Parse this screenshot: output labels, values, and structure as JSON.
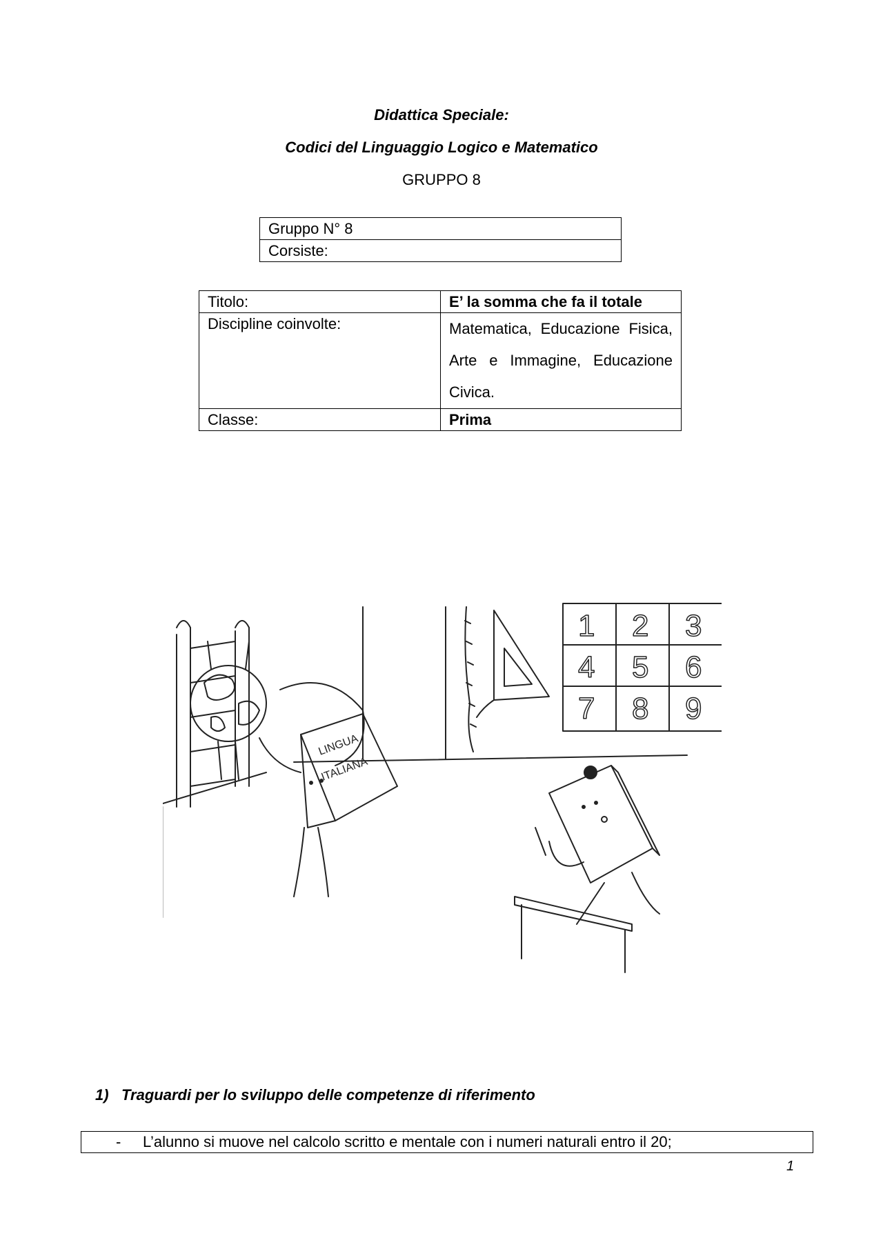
{
  "header": {
    "title": "Didattica Speciale:",
    "subtitle": "Codici del Linguaggio Logico e Matematico",
    "group": "GRUPPO 8"
  },
  "group_table": {
    "row1": "Gruppo N° 8",
    "row2": "Corsiste:"
  },
  "info_table": {
    "title_label": "Titolo:",
    "title_value": "E’ la somma che fa il totale",
    "disciplines_label": "Discipline coinvolte:",
    "disciplines_value": "Matematica, Educazione Fisica, Arte e Immagine, Educazione Civica.",
    "class_label": "Classe:",
    "class_value": "Prima"
  },
  "illustration": {
    "book_text_1": "LINGUA",
    "book_text_2": "ITALIANA",
    "digits": [
      "1",
      "2",
      "3",
      "4",
      "5",
      "6",
      "7",
      "8",
      "9"
    ]
  },
  "section1": {
    "number": "1)",
    "heading": "Traguardi per lo sviluppo delle competenze di riferimento",
    "bullet": "-",
    "item": "L’alunno si muove nel calcolo scritto e mentale con i numeri naturali entro il 20;"
  },
  "page_number": "1"
}
